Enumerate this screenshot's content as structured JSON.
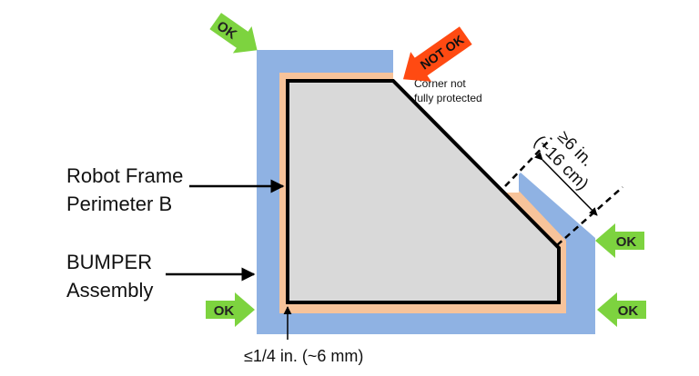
{
  "labels": {
    "frame_line1": "Robot Frame",
    "frame_line2": "Perimeter B",
    "bumper_line1": "BUMPER",
    "bumper_line2": "Assembly",
    "gap_note": "≤1/4 in. (~6 mm)",
    "corner_line1": "Corner not",
    "corner_line2": "fully protected",
    "dim_line1": "≥6 in.",
    "dim_line2": "(~16 cm)"
  },
  "indicators": {
    "ok_top": "OK",
    "not_ok": "NOT OK",
    "ok_right_mid": "OK",
    "ok_bottom_left": "OK",
    "ok_bottom_right": "OK"
  },
  "colors": {
    "bumper": "#8fb2e3",
    "gap": "#f7c39a",
    "frame_fill": "#d9d9d9",
    "frame_outline": "#000000",
    "ok": "#7dd33f",
    "not_ok": "#ff4a12"
  }
}
